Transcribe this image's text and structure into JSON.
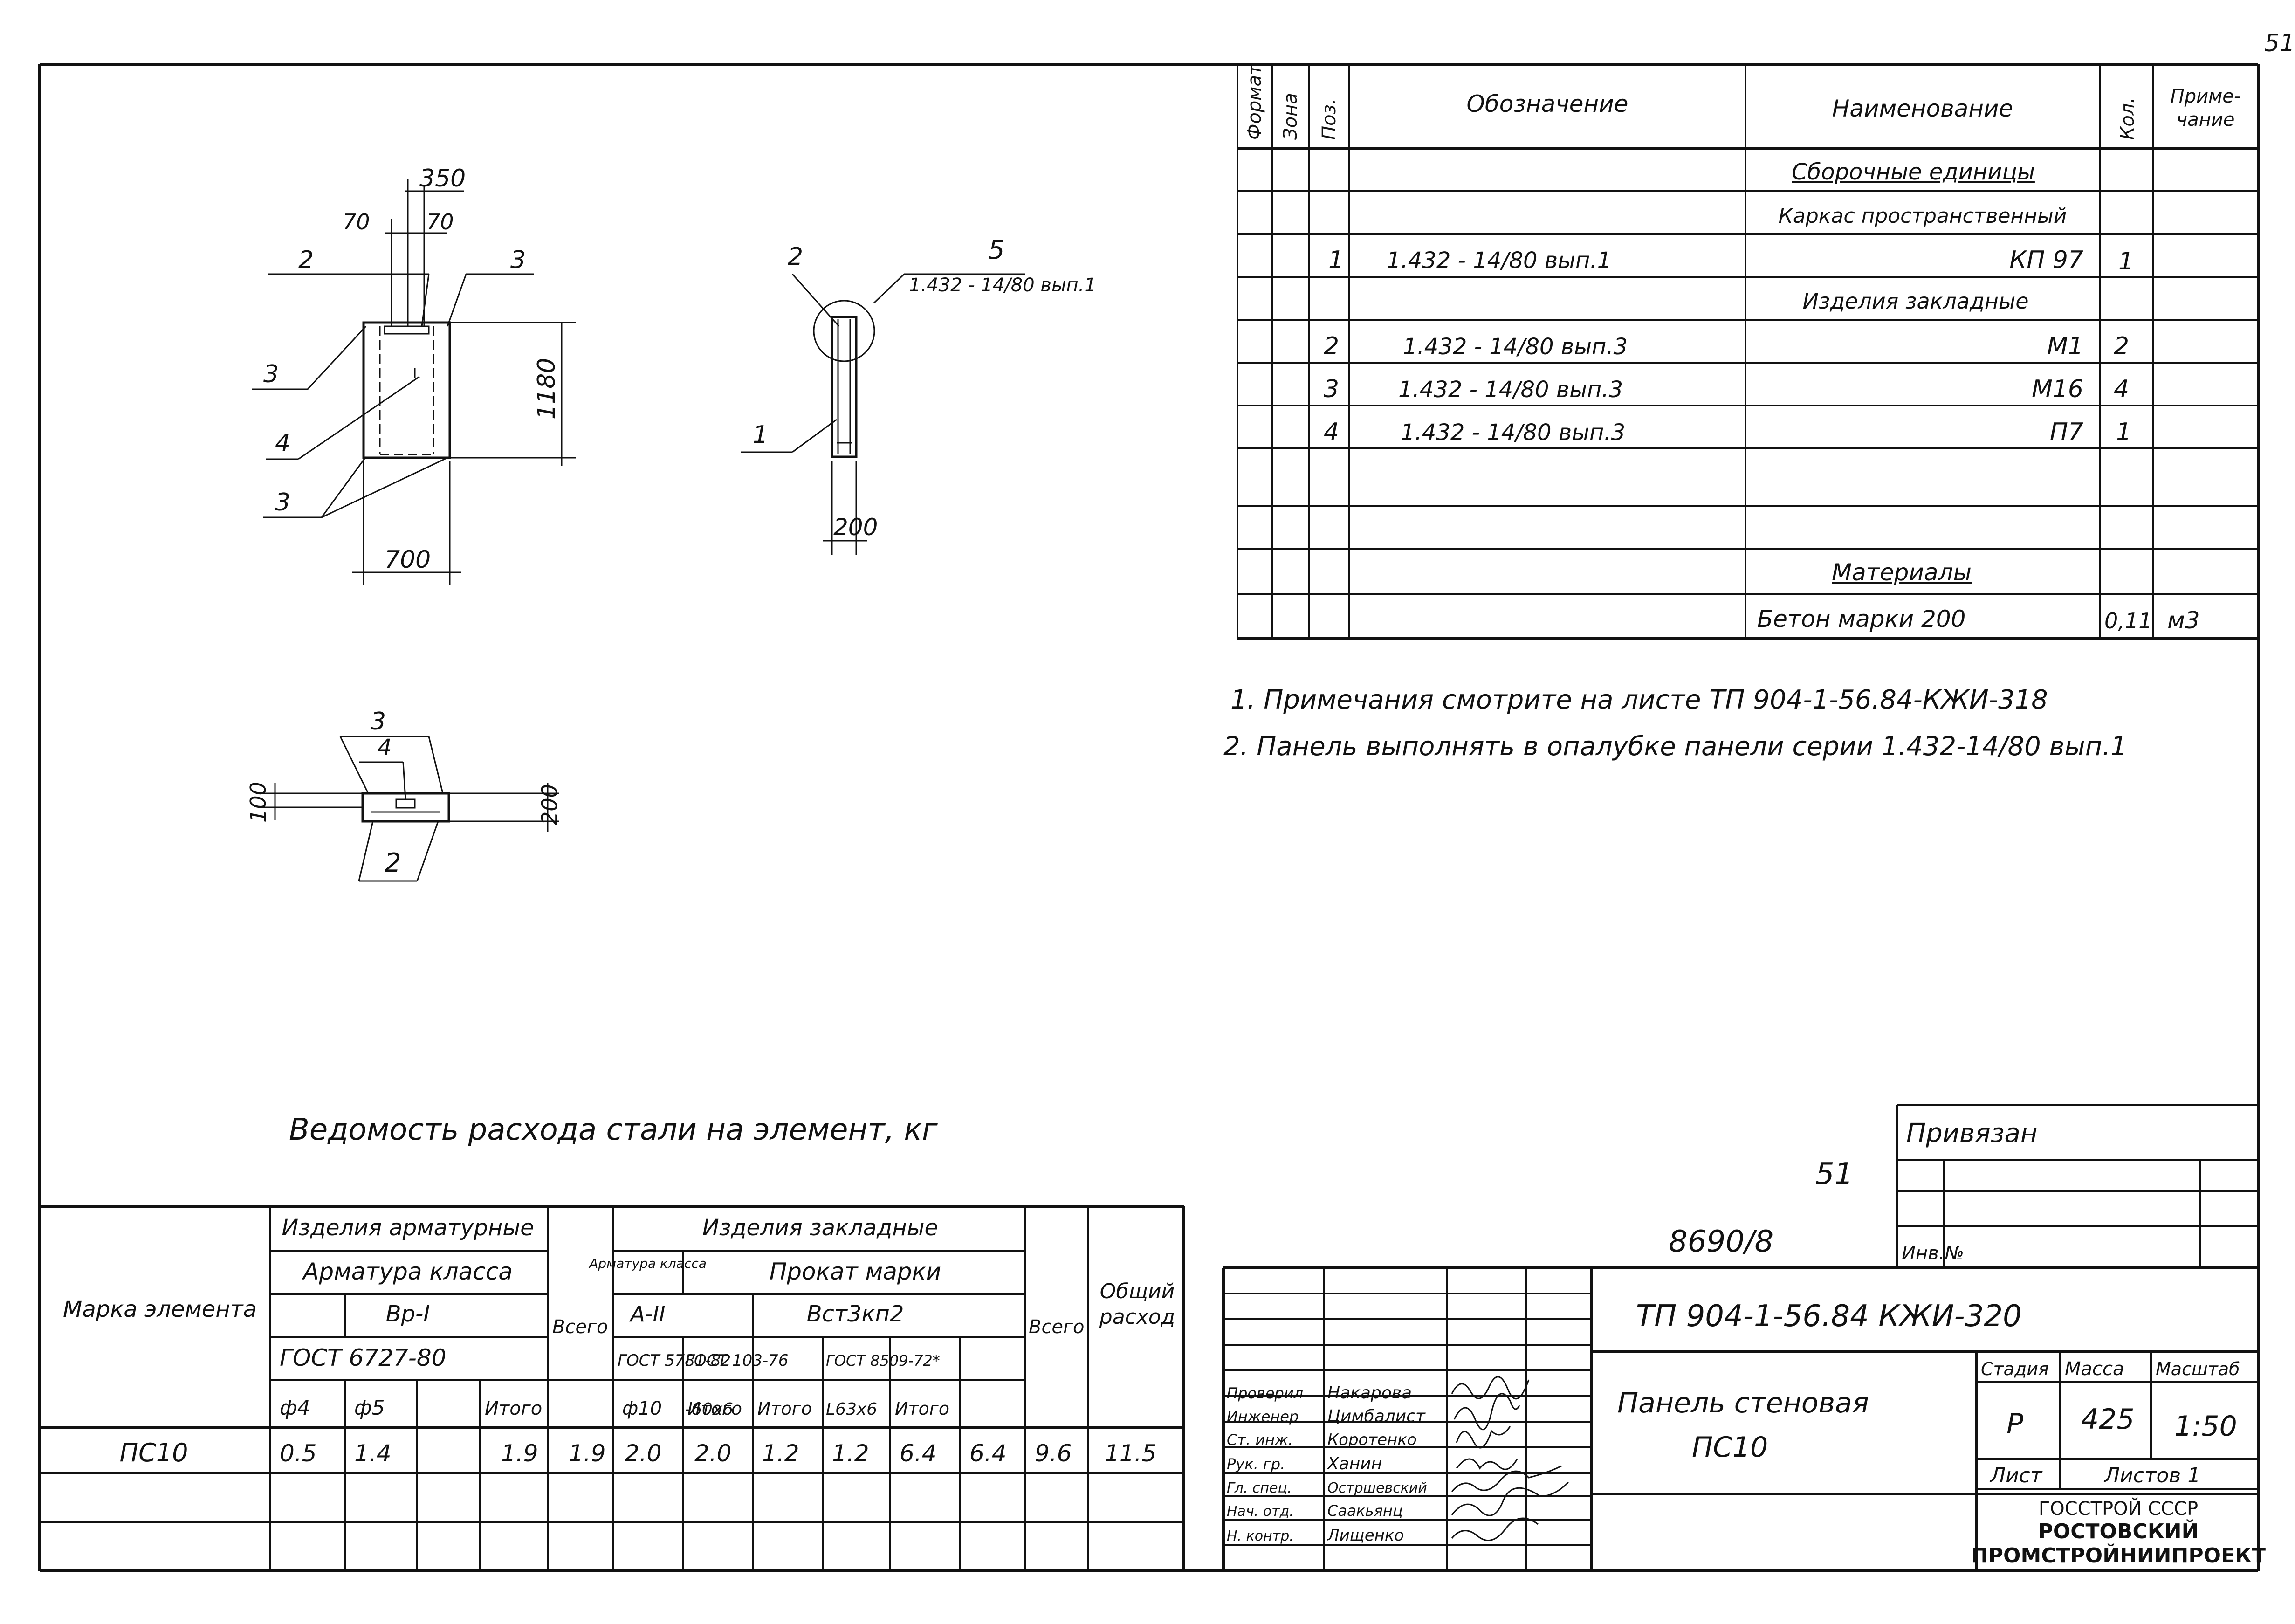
{
  "page_number": "51",
  "spec": {
    "headers": {
      "format": "Формат",
      "zone": "Зона",
      "pos": "Поз.",
      "designation": "Обозначение",
      "name": "Наименование",
      "qty": "Кол.",
      "note_line1": "Приме-",
      "note_line2": "чание"
    },
    "sections": {
      "assembly": "Сборочные единицы",
      "frame": "Каркас пространственный",
      "embedded": "Изделия закладные",
      "materials": "Материалы"
    },
    "rows": [
      {
        "pos": "1",
        "designation": "1.432 - 14/80 вып.1",
        "name": "КП 97",
        "qty": "1"
      },
      {
        "pos": "2",
        "designation": "1.432 - 14/80 вып.3",
        "name": "М1",
        "qty": "2"
      },
      {
        "pos": "3",
        "designation": "1.432 - 14/80 вып.3",
        "name": "М16",
        "qty": "4"
      },
      {
        "pos": "4",
        "designation": "1.432 - 14/80 вып.3",
        "name": "П7",
        "qty": "1"
      }
    ],
    "concrete": {
      "name": "Бетон марки 200",
      "qty": "0,11",
      "note": "м3"
    }
  },
  "notes": [
    "1. Примечания смотрите на листе ТП 904-1-56.84-КЖИ-318",
    "2. Панель выполнять в опалубке панели серии 1.432-14/80 вып.1"
  ],
  "drawing": {
    "dim_350": "350",
    "dim_70a": "70",
    "dim_70b": "70",
    "dim_1180": "1180",
    "dim_700": "700",
    "dim_200_side": "200",
    "dim_100": "100",
    "dim_200_plan": "200",
    "callout_2a": "2",
    "callout_3a": "3",
    "callout_3b": "3",
    "callout_4": "4",
    "callout_3c": "3",
    "callout_2b": "2",
    "callout_5": "5",
    "callout_5_ref": "1.432 - 14/80 вып.1",
    "callout_1": "1",
    "callout_3d": "3",
    "callout_4b": "4",
    "callout_2c": "2"
  },
  "steel": {
    "title": "Ведомость расхода стали на элемент, кг",
    "col_mark": "Марка элемента",
    "group_rebar": "Изделия арматурные",
    "rebar_class": "Арматура класса",
    "rebar_grade": "Вр-I",
    "rebar_gost": "ГОСТ 6727-80",
    "col_d4": "ф4",
    "col_d5": "ф5",
    "col_itogo": "Итого",
    "col_vsego": "Всего",
    "group_embedded": "Изделия закладные",
    "emb_rebar_class": "Арматура класса",
    "emb_rebar_grade": "А-II",
    "emb_gost1": "ГОСТ 5781-82",
    "emb_d10": "ф10",
    "emb_itogo1": "Итого",
    "rolled": "Прокат марки",
    "rolled_grade": "Вст3кп2",
    "emb_gost2": "ГОСТ 103-76",
    "emb_strip": "-60х6",
    "emb_itogo2": "Итого",
    "emb_gost3": "ГОСТ 8509-72*",
    "emb_angle": "L63х6",
    "emb_itogo3": "Итого",
    "emb_vsego": "Всего",
    "col_total_line1": "Общий",
    "col_total_line2": "расход",
    "row": {
      "mark": "ПС10",
      "d4": "0.5",
      "d5": "1.4",
      "itogo": "1.9",
      "vsego": "1.9",
      "d10": "2.0",
      "itogo1": "2.0",
      "strip": "1.2",
      "itogo2": "1.2",
      "angle": "6.4",
      "itogo3": "6.4",
      "emb_vsego": "9.6",
      "total": "11.5"
    }
  },
  "stamp": {
    "linked": "Привязан",
    "inv": "Инв.№",
    "number_51": "51",
    "number_8690": "8690/8",
    "code": "ТП 904-1-56.84 КЖИ-320",
    "title_line1": "Панель стеновая",
    "title_line2": "ПС10",
    "stage_label": "Стадия",
    "mass_label": "Масса",
    "scale_label": "Масштаб",
    "stage": "Р",
    "mass": "425",
    "scale": "1:50",
    "sheet_label": "Лист",
    "sheets_label": "Листов 1",
    "org1": "ГОССТРОЙ СССР",
    "org2": "РОСТОВСКИЙ",
    "org3": "ПРОМСТРОЙНИИПРОЕКТ",
    "staff": [
      {
        "role": "Проверил",
        "name": "Накарова"
      },
      {
        "role": "Инженер",
        "name": "Цимбалист"
      },
      {
        "role": "Ст. инж.",
        "name": "Коротенко"
      },
      {
        "role": "Рук. гр.",
        "name": "Ханин"
      },
      {
        "role": "Гл. спец.",
        "name": "Остршевский"
      },
      {
        "role": "Нач. отд.",
        "name": "Саакьянц"
      },
      {
        "role": "Н. контр.",
        "name": "Лищенко"
      }
    ]
  }
}
